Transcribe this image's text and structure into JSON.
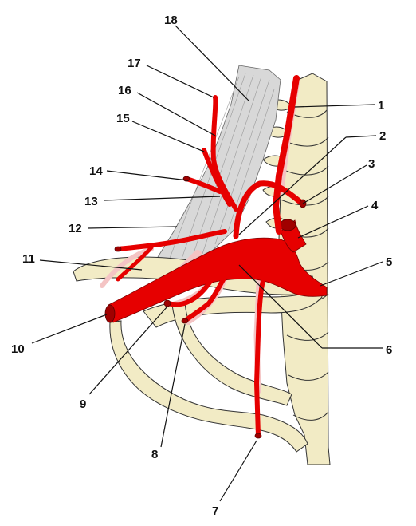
{
  "labels": [
    "1",
    "2",
    "3",
    "4",
    "5",
    "6",
    "7",
    "8",
    "9",
    "10",
    "11",
    "12",
    "13",
    "14",
    "15",
    "16",
    "17",
    "18"
  ],
  "colors": {
    "artery": "#e60000",
    "bone": "#f2ebc5",
    "muscle": "#d8d8d8",
    "ink": "#111111"
  }
}
